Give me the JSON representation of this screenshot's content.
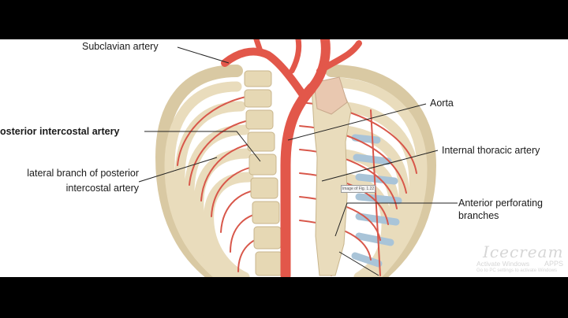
{
  "labels": {
    "subclavian": "Subclavian artery",
    "posterior_intercostal": "osterior intercostal artery",
    "lateral_branch_line1": "lateral branch of posterior",
    "lateral_branch_line2": "intercostal artery",
    "aorta": "Aorta",
    "internal_thoracic": "Internal thoracic artery",
    "anterior_perforating_line1": "Anterior perforating",
    "anterior_perforating_line2": "branches"
  },
  "figure_tag": "Image of Fig. 1.22",
  "watermark": {
    "logo": "Icecream",
    "apps": "APPS",
    "activate": "Activate Windows",
    "activate_hint": "Go to PC settings to activate Windows"
  },
  "colors": {
    "artery": "#e2574a",
    "bone": "#e9dcbc",
    "cartilage": "#a9c4d8",
    "background": "#ffffff",
    "letterbox": "#000000"
  }
}
